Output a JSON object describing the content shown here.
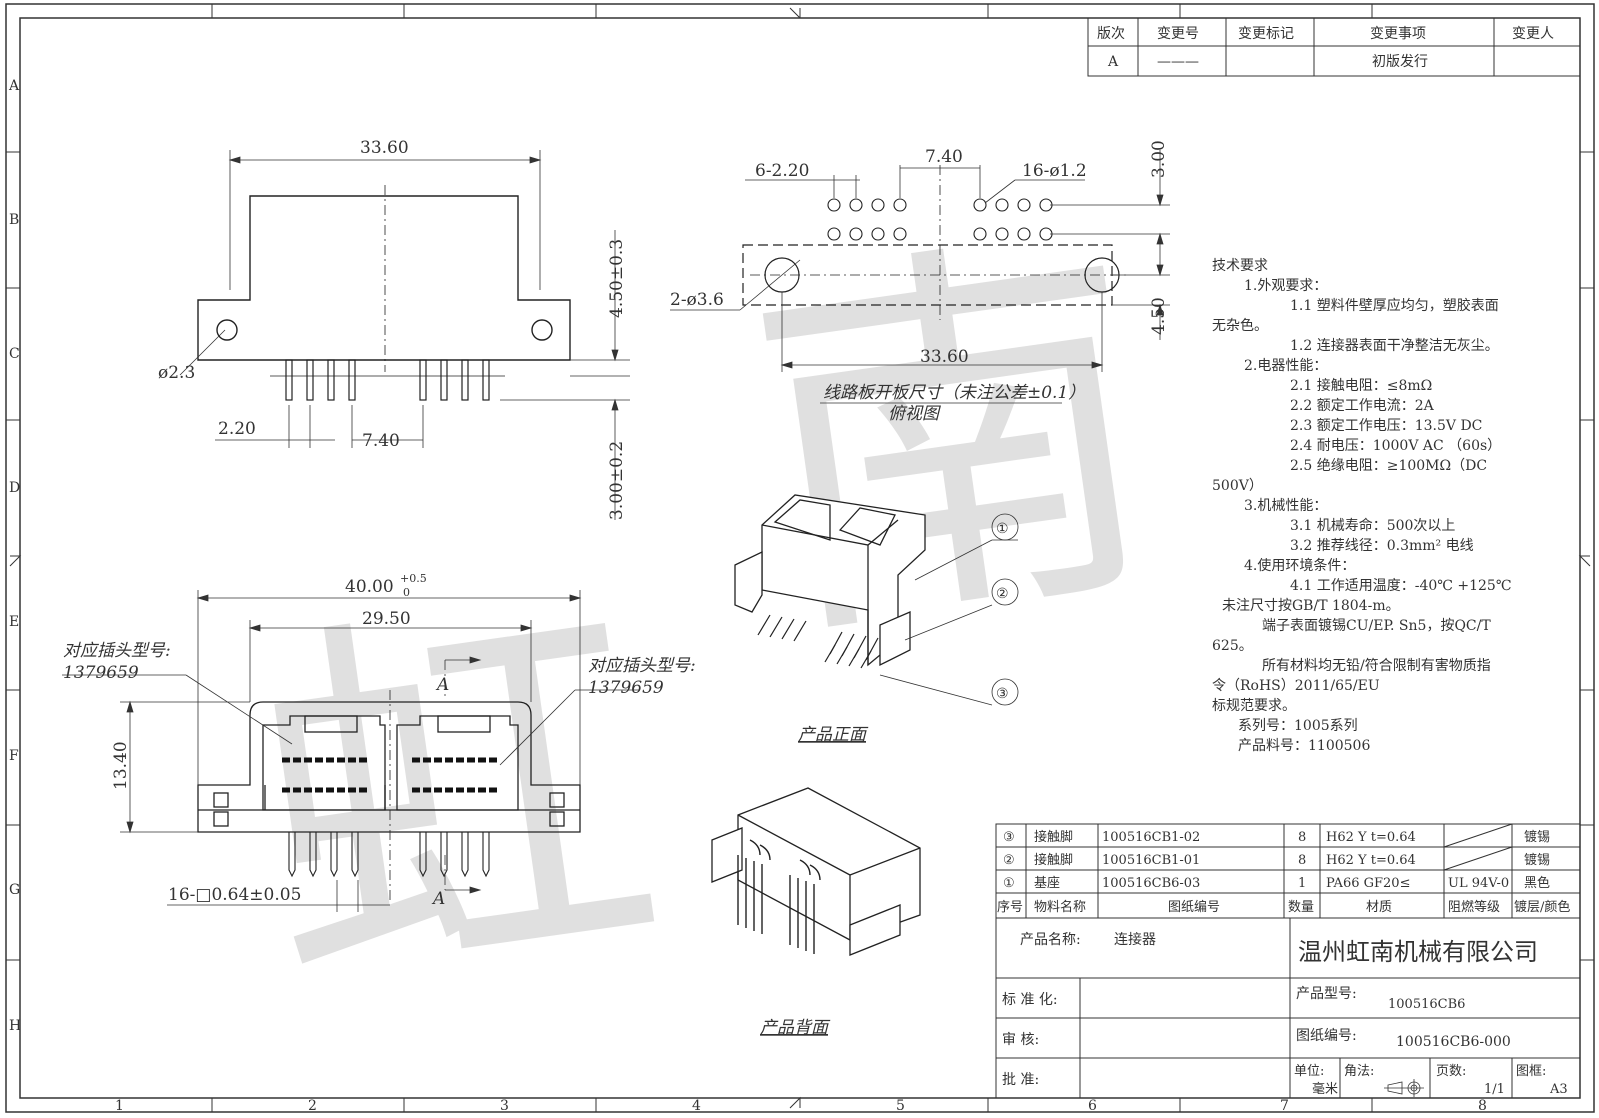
{
  "border": {
    "cols": [
      "1",
      "2",
      "3",
      "4",
      "5",
      "6",
      "7",
      "8"
    ],
    "rows": [
      "A",
      "B",
      "C",
      "D",
      "E",
      "F",
      "G",
      "H"
    ]
  },
  "revision": {
    "headers": [
      "版次",
      "变更号",
      "变更标记",
      "变更事项",
      "变更人"
    ],
    "row": {
      "rev": "A",
      "change_no": "———",
      "mark": "",
      "item": "初版发行",
      "person": ""
    }
  },
  "front_view": {
    "w_total": "33.60",
    "hole": "ø2.3",
    "pitch_small": "2.20",
    "pitch_large": "7.40",
    "h_upper": "4.50±0.3",
    "h_lower": "3.00±0.2"
  },
  "pcb_layout": {
    "pitch_label": "6-2.20",
    "span": "7.40",
    "pins": "16-ø1.2",
    "holes": "2-ø3.6",
    "width": "33.60",
    "dim_top": "3.00",
    "dim_side": "4.50",
    "caption1": "线路板开板尺寸（未注公差±0.1）",
    "caption2": "俯视图"
  },
  "bottom_view": {
    "w_total": "40.00",
    "tol_up": "+0.5",
    "tol_low": "0",
    "w_inner": "29.50",
    "height": "13.40",
    "pin_size": "16-□0.64±0.05",
    "plug_label": "对应插头型号:",
    "plug_no": "1379659",
    "section": "A"
  },
  "iso": {
    "front_caption": "产品正面",
    "back_caption": "产品背面",
    "balloons": [
      "①",
      "②",
      "③"
    ]
  },
  "watermark": [
    "虹",
    "南"
  ],
  "tech": [
    "技术要求",
    "1.外观要求：",
    "1.1 塑料件壁厚应均匀，塑胶表面",
    "无杂色。",
    "1.2 连接器表面干净整洁无灰尘。",
    "2.电器性能：",
    "2.1 接触电阻：≤8mΩ",
    "2.2 额定工作电流：2A",
    "2.3 额定工作电压：13.5V DC",
    "2.4 耐电压：1000V AC （60s）",
    "2.5 绝缘电阻：≥100MΩ（DC",
    "500V）",
    "3.机械性能：",
    "3.1 机械寿命：500次以上",
    "3.2 推荐线径：0.3mm² 电线",
    "4.使用环境条件：",
    "4.1 工作适用温度：-40℃  +125℃",
    "未注尺寸按GB/T 1804-m。",
    "端子表面镀锡CU/EP. Sn5，按QC/T",
    "625。",
    "所有材料均无铅/符合限制有害物质指",
    "令（RoHS）2011/65/EU",
    "标规范要求。",
    "系列号：1005系列",
    "产品料号：1100506"
  ],
  "bom": {
    "rows": [
      {
        "no": "③",
        "name": "接触脚",
        "dwg": "100516CB1-02",
        "qty": "8",
        "mat": "H62 Y t=0.64",
        "flame": "",
        "finish": "镀锡"
      },
      {
        "no": "②",
        "name": "接触脚",
        "dwg": "100516CB1-01",
        "qty": "8",
        "mat": "H62 Y t=0.64",
        "flame": "",
        "finish": "镀锡"
      },
      {
        "no": "①",
        "name": "基座",
        "dwg": "100516CB6-03",
        "qty": "1",
        "mat": "PA66 GF20≤",
        "flame": "UL 94V-0",
        "finish": "黑色"
      }
    ],
    "headers": [
      "序号",
      "物料名称",
      "图纸编号",
      "数量",
      "材质",
      "阻燃等级",
      "镀层/颜色"
    ]
  },
  "title": {
    "name_label": "产品名称:",
    "name_value": "连接器",
    "company": "温州虹南机械有限公司",
    "std_label": "标 准 化:",
    "review_label": "审     核:",
    "approve_label": "批     准:",
    "model_label": "产品型号:",
    "model_value": "100516CB6",
    "dwg_label": "图纸编号:",
    "dwg_value": "100516CB6-000",
    "unit_label": "单位:",
    "unit_value": "毫米",
    "angle_label": "角法:",
    "page_label": "页数:",
    "page_value": "1/1",
    "size_label": "图框:",
    "size_value": "A3"
  }
}
